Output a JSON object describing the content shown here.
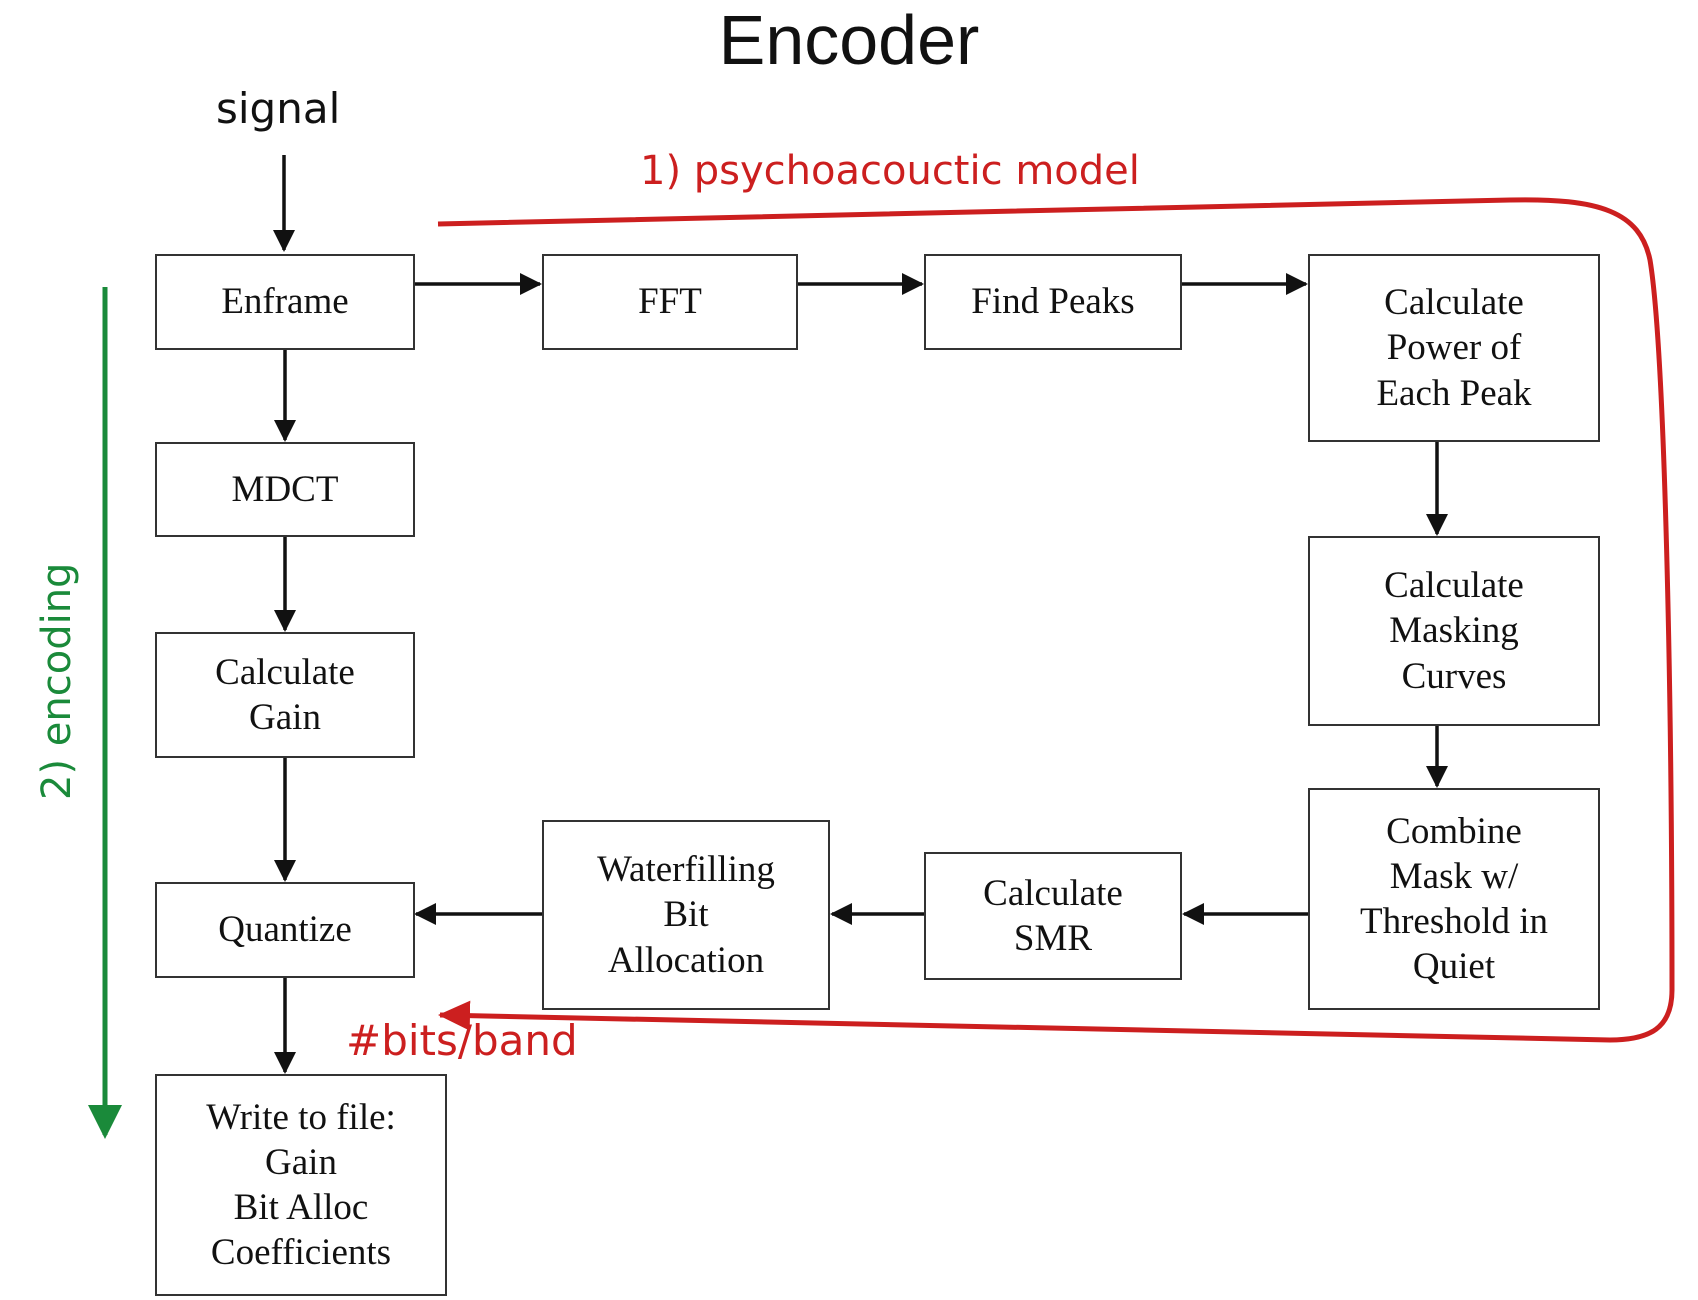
{
  "title": "Encoder",
  "input_label": "signal",
  "psycho_label": "1) psychoacouctic model",
  "encoding_label": "2) encoding",
  "bits_label": "#bits/band",
  "colors": {
    "psycho": "#cc1f1f",
    "encoding": "#1a8a3a",
    "box_border": "#333333"
  },
  "blocks": {
    "enframe": [
      "Enframe"
    ],
    "fft": [
      "FFT"
    ],
    "find_peaks": [
      "Find Peaks"
    ],
    "calc_power": [
      "Calculate",
      "Power of",
      "Each Peak"
    ],
    "mdct": [
      "MDCT"
    ],
    "calc_masking": [
      "Calculate",
      "Masking",
      "Curves"
    ],
    "calc_gain": [
      "Calculate",
      "Gain"
    ],
    "quantize": [
      "Quantize"
    ],
    "waterfilling": [
      "Waterfilling",
      "Bit",
      "Allocation"
    ],
    "calc_smr": [
      "Calculate",
      "SMR"
    ],
    "combine_mask": [
      "Combine",
      "Mask w/",
      "Threshold in",
      "Quiet"
    ],
    "write_file": [
      "Write to file:",
      "Gain",
      "Bit Alloc",
      "Coefficients"
    ]
  }
}
